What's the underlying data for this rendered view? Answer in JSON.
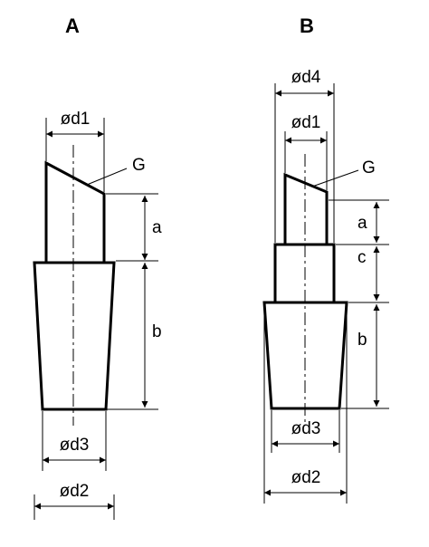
{
  "figure_a": {
    "title": "A",
    "labels": {
      "d1": "ød1",
      "g": "G",
      "a": "a",
      "b": "b",
      "d3": "ød3",
      "d2": "ød2"
    }
  },
  "figure_b": {
    "title": "B",
    "labels": {
      "d4": "ød4",
      "d1": "ød1",
      "g": "G",
      "a": "a",
      "c": "c",
      "b": "b",
      "d3": "ød3",
      "d2": "ød2"
    }
  }
}
